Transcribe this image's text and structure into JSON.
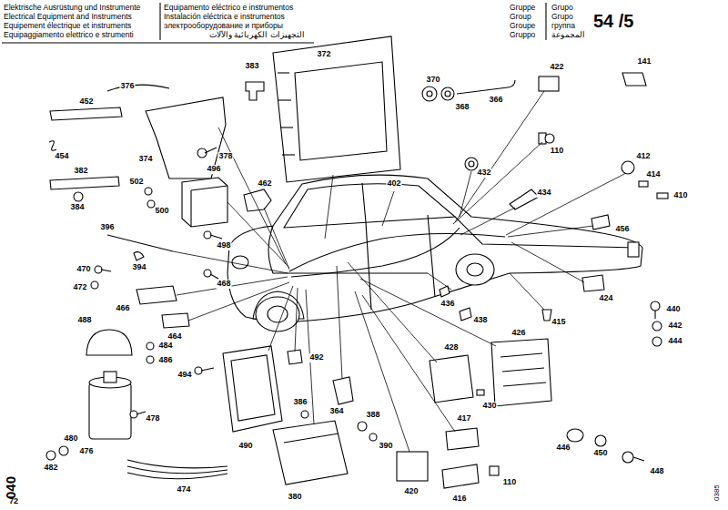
{
  "diagram": {
    "labels": [
      "Elektrische Ausrüstung und Instrumente",
      "Electrical Equipment and Instruments",
      "Equipement électrique et instruments",
      "Equipaggiamento elettrico e strumenti",
      "Equipamento eléctrico e instrumentos",
      "Instalación eléctrica e instrumentos",
      "электрооборудование и приборы",
      "التجهيزات الكهربائية والآلات",
      "Gruppe",
      "Group",
      "Groupe",
      "Gruppo",
      "Grupo",
      "Grupo",
      "группа",
      "المجموعة",
      "54 /5",
      "376",
      "383",
      "372",
      "141",
      "422",
      "370",
      "368",
      "366",
      "452",
      "454",
      "374",
      "378",
      "382",
      "496",
      "110",
      "432",
      "412",
      "414",
      "410",
      "384",
      "502",
      "500",
      "462",
      "402",
      "434",
      "456",
      "396",
      "394",
      "498",
      "470",
      "468",
      "472",
      "466",
      "464",
      "424",
      "436",
      "438",
      "440",
      "415",
      "442",
      "444",
      "488",
      "484",
      "486",
      "492",
      "364",
      "428",
      "426",
      "430",
      "476",
      "494",
      "386",
      "388",
      "390",
      "417",
      "446",
      "450",
      "448",
      "478",
      "490",
      "110",
      "482",
      "480",
      "474",
      "380",
      "420",
      "416",
      "040",
      "72",
      "0385"
    ]
  }
}
